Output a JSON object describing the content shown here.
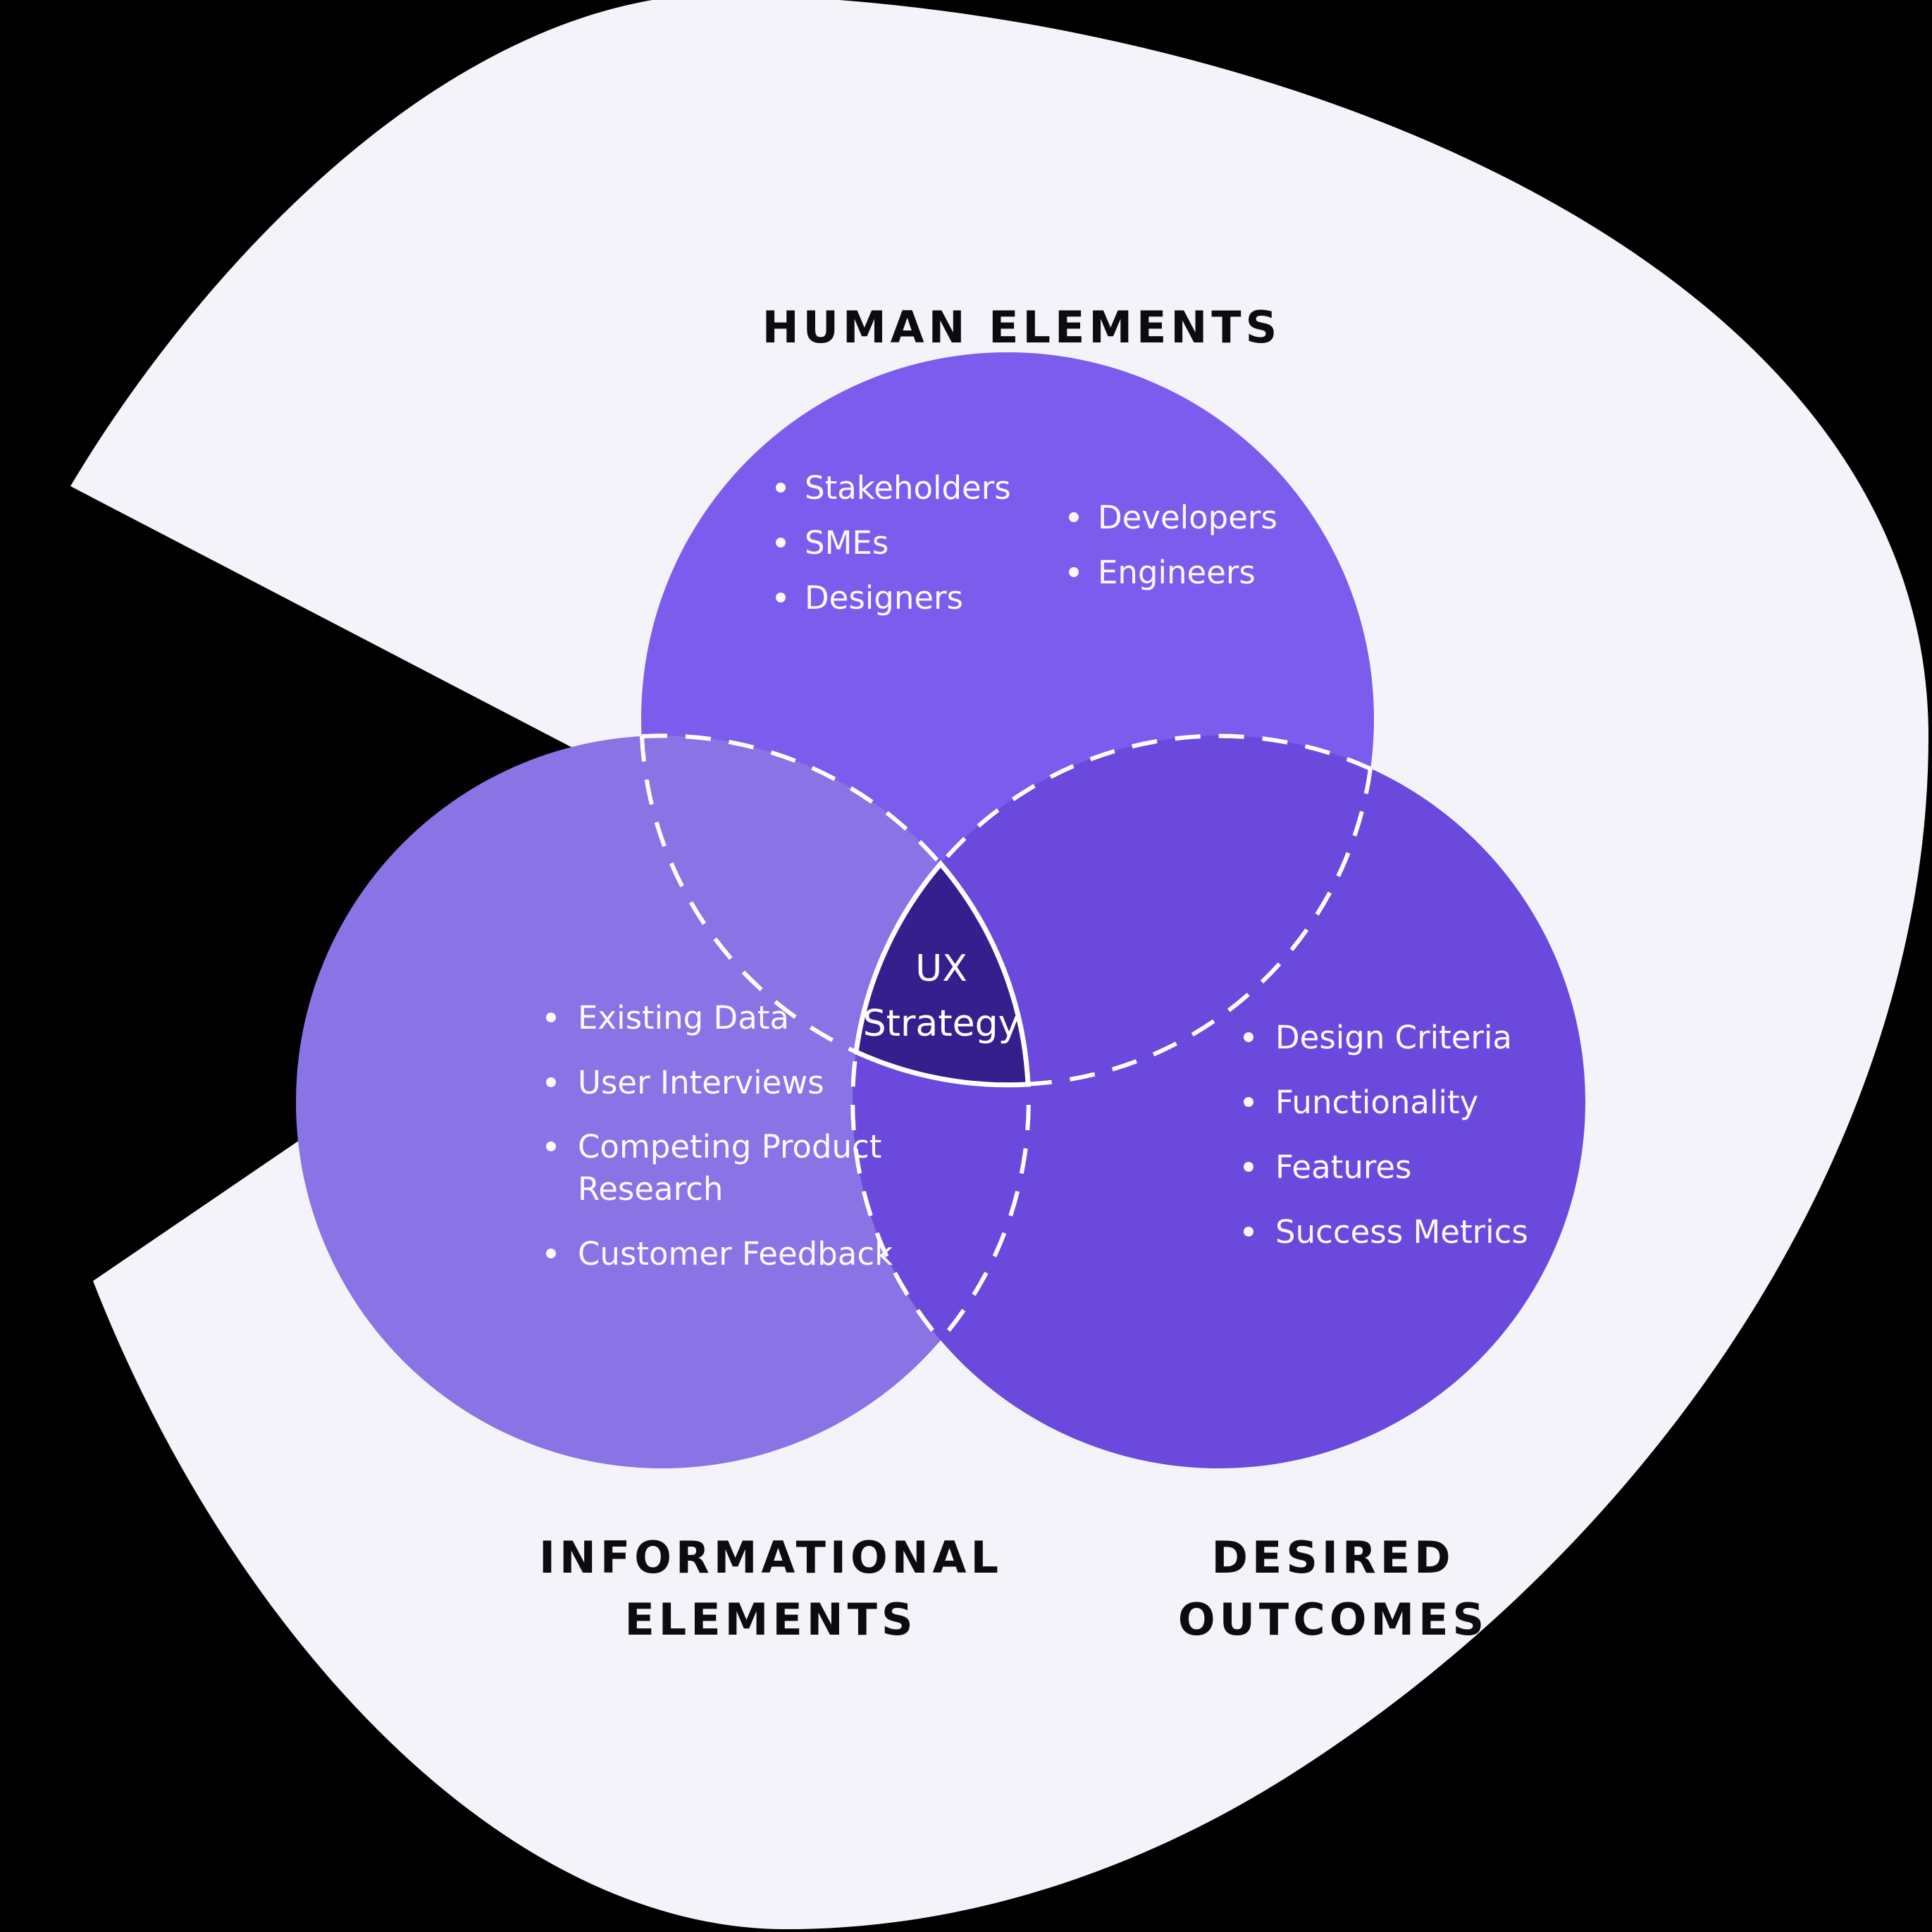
{
  "diagram": {
    "type": "venn-3",
    "background_color": "#000000",
    "canvas_blob_color": "#F4F3FA",
    "center": {
      "line1": "UX",
      "line2": "Strategy",
      "fill_color": "#351F8C",
      "text_color": "#FFFFFF"
    },
    "sets": {
      "human": {
        "label": "HUMAN ELEMENTS",
        "color": "#7C5CEC",
        "items": [
          "Stakeholders",
          "SMEs",
          "Designers",
          "Developers",
          "Engineers"
        ],
        "items_left_column": [
          "Stakeholders",
          "SMEs",
          "Designers"
        ],
        "items_right_column": [
          "Developers",
          "Engineers"
        ]
      },
      "informational": {
        "label_line1": "INFORMATIONAL",
        "label_line2": "ELEMENTS",
        "color": "#8A73E4",
        "items": [
          "Existing Data",
          "User Interviews",
          "Competing Product Research",
          "Customer Feedback"
        ],
        "display_lines": [
          "Existing Data",
          "User Interviews",
          "Competing Product",
          "Research",
          "Customer Feedback"
        ]
      },
      "desired": {
        "label_line1": "DESIRED",
        "label_line2": "OUTCOMES",
        "color": "#6B49DD",
        "items": [
          "Design Criteria",
          "Functionality",
          "Features",
          "Success Metrics"
        ]
      }
    }
  }
}
